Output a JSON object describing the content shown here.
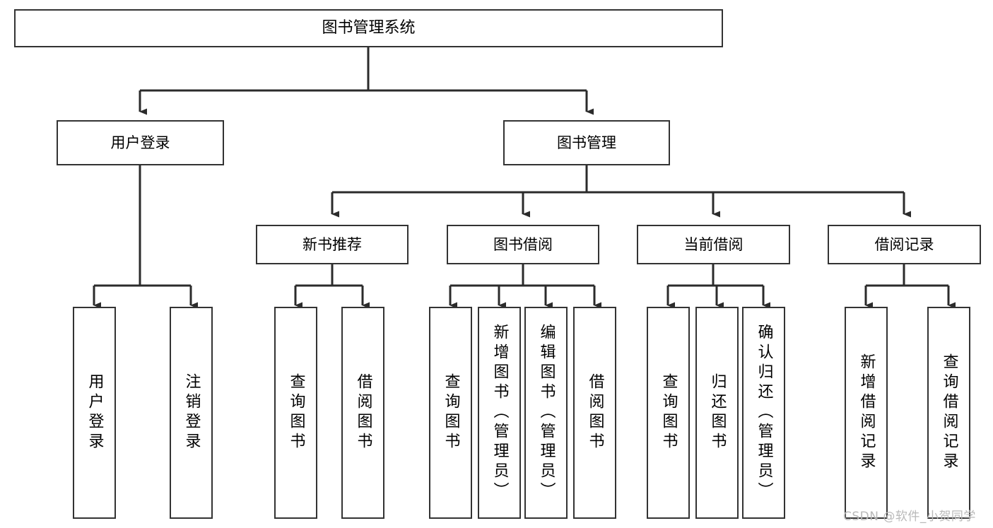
{
  "diagram": {
    "type": "tree",
    "title": "图书管理系统",
    "orientation": "top-down",
    "colors": {
      "box_border": "#333333",
      "box_fill": "#ffffff",
      "connector": "#333333",
      "text": "#000000",
      "watermark": "#b9b9b9"
    },
    "levels": [
      {
        "level": 1,
        "nodes": [
          {
            "id": "root",
            "label": "图书管理系统",
            "orientation": "horizontal"
          }
        ]
      },
      {
        "level": 2,
        "nodes": [
          {
            "id": "user_login",
            "label": "用户登录",
            "orientation": "horizontal",
            "parent": "root"
          },
          {
            "id": "book_mgmt",
            "label": "图书管理",
            "orientation": "horizontal",
            "parent": "root"
          }
        ]
      },
      {
        "level": 3,
        "nodes": [
          {
            "id": "new_book_rec",
            "label": "新书推荐",
            "orientation": "horizontal",
            "parent": "book_mgmt"
          },
          {
            "id": "book_borrow",
            "label": "图书借阅",
            "orientation": "horizontal",
            "parent": "book_mgmt"
          },
          {
            "id": "current_borrow",
            "label": "当前借阅",
            "orientation": "horizontal",
            "parent": "book_mgmt"
          },
          {
            "id": "borrow_record",
            "label": "借阅记录",
            "orientation": "horizontal",
            "parent": "book_mgmt"
          }
        ]
      },
      {
        "level": 4,
        "nodes": [
          {
            "id": "leaf_user_login",
            "label": "用户登录",
            "orientation": "vertical",
            "parent": "user_login"
          },
          {
            "id": "leaf_logout",
            "label": "注销登录",
            "orientation": "vertical",
            "parent": "user_login"
          },
          {
            "id": "leaf_query_book_1",
            "label": "查询图书",
            "orientation": "vertical",
            "parent": "new_book_rec"
          },
          {
            "id": "leaf_borrow_book_1",
            "label": "借阅图书",
            "orientation": "vertical",
            "parent": "new_book_rec"
          },
          {
            "id": "leaf_query_book_2",
            "label": "查询图书",
            "orientation": "vertical",
            "parent": "book_borrow"
          },
          {
            "id": "leaf_add_book",
            "label": "新增图书（管理员）",
            "orientation": "vertical",
            "parent": "book_borrow"
          },
          {
            "id": "leaf_edit_book",
            "label": "编辑图书（管理员）",
            "orientation": "vertical",
            "parent": "book_borrow"
          },
          {
            "id": "leaf_borrow_book_2",
            "label": "借阅图书",
            "orientation": "vertical",
            "parent": "book_borrow"
          },
          {
            "id": "leaf_query_book_3",
            "label": "查询图书",
            "orientation": "vertical",
            "parent": "current_borrow"
          },
          {
            "id": "leaf_return_book",
            "label": "归还图书",
            "orientation": "vertical",
            "parent": "current_borrow"
          },
          {
            "id": "leaf_confirm_return",
            "label": "确认归还（管理员）",
            "orientation": "vertical",
            "parent": "current_borrow"
          },
          {
            "id": "leaf_add_record",
            "label": "新增借阅记录",
            "orientation": "vertical",
            "parent": "borrow_record"
          },
          {
            "id": "leaf_query_record",
            "label": "查询借阅记录",
            "orientation": "vertical",
            "parent": "borrow_record"
          }
        ]
      }
    ]
  },
  "watermark": {
    "text": "CSDN @软件_小贺同学"
  }
}
